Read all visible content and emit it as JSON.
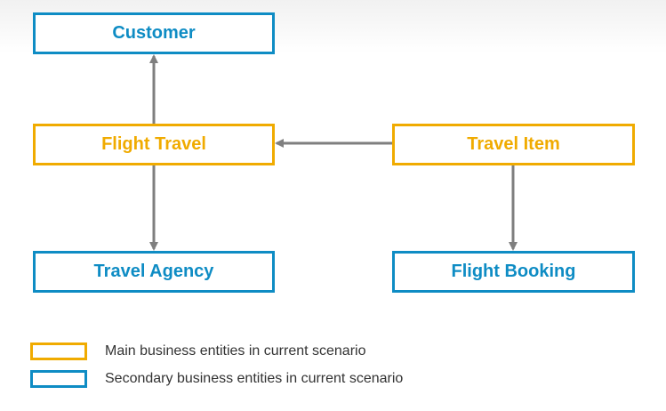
{
  "colors": {
    "main": "#f0ab00",
    "secondary": "#0e8cc4",
    "arrow": "#7f7f7f"
  },
  "nodes": {
    "customer": {
      "label": "Customer",
      "kind": "secondary"
    },
    "flight_travel": {
      "label": "Flight Travel",
      "kind": "main"
    },
    "travel_item": {
      "label": "Travel Item",
      "kind": "main"
    },
    "travel_agency": {
      "label": "Travel Agency",
      "kind": "secondary"
    },
    "flight_booking": {
      "label": "Flight Booking",
      "kind": "secondary"
    }
  },
  "edges": [
    {
      "from": "flight_travel",
      "to": "customer"
    },
    {
      "from": "flight_travel",
      "to": "travel_agency"
    },
    {
      "from": "travel_item",
      "to": "flight_travel"
    },
    {
      "from": "travel_item",
      "to": "flight_booking"
    }
  ],
  "legend": {
    "main_label": "Main business entities in current scenario",
    "secondary_label": "Secondary business entities in current scenario"
  }
}
